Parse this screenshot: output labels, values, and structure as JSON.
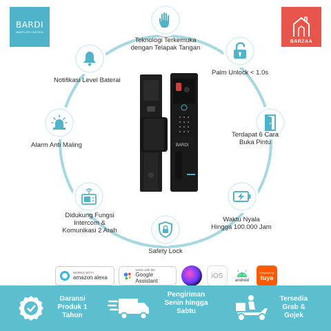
{
  "brand_left": {
    "name": "BARDI",
    "tagline": "SMARTLIFE CONTROL"
  },
  "brand_right": {
    "name": "BARZAA"
  },
  "colors": {
    "ring": "#9fd5e0",
    "accent": "#4fb4c9",
    "footer": "#5bbfcf",
    "barzaa": "#e8554a"
  },
  "features": [
    {
      "icon": "palm-hand-icon",
      "label_line1": "Teknologi Terkemuka",
      "label_line2": "dengan Telapak Tangan"
    },
    {
      "icon": "unlock-icon",
      "label_line1": "Palm Unlock < 1.0s"
    },
    {
      "icon": "door-icon",
      "label_line1": "Terdapat 6 Cara",
      "label_line2": "Buka Pintu"
    },
    {
      "icon": "battery-bolt-icon",
      "label_line1": "Waktu Nyala",
      "label_line2": "Hingga 100.000 Jam"
    },
    {
      "icon": "shield-lock-icon",
      "label_line1": "Safety Lock"
    },
    {
      "icon": "intercom-icon",
      "label_line1": "Didukung Fungsi",
      "label_line2": "Intercom &",
      "label_line3": "Komunikasi 2 Arah"
    },
    {
      "icon": "alarm-siren-icon",
      "label_line1": "Alarm Anti Maling"
    },
    {
      "icon": "bell-icon",
      "label_line1": "Notifikasi Level Baterai"
    }
  ],
  "lock_brand": "BARDI",
  "compatibility": {
    "alexa_small": "WORKS WITH",
    "alexa_big": "amazon alexa",
    "google_small": "works with the",
    "google_big": "Google Assistant",
    "ios": "iOS",
    "android": "android",
    "tuya_small": "Powered by",
    "tuya_big": "tuya"
  },
  "footer": [
    {
      "icon": "warranty-badge-icon",
      "line1": "Garansi",
      "line2": "Produk 1",
      "line3": "Tahun"
    },
    {
      "icon": "delivery-truck-icon",
      "line1": "Pengiriman",
      "line2": "Senin hingga",
      "line3": "Sabtu"
    },
    {
      "icon": "courier-scooter-icon",
      "line1": "Tersedia",
      "line2": "Grab &",
      "line3": "Gojek"
    }
  ]
}
